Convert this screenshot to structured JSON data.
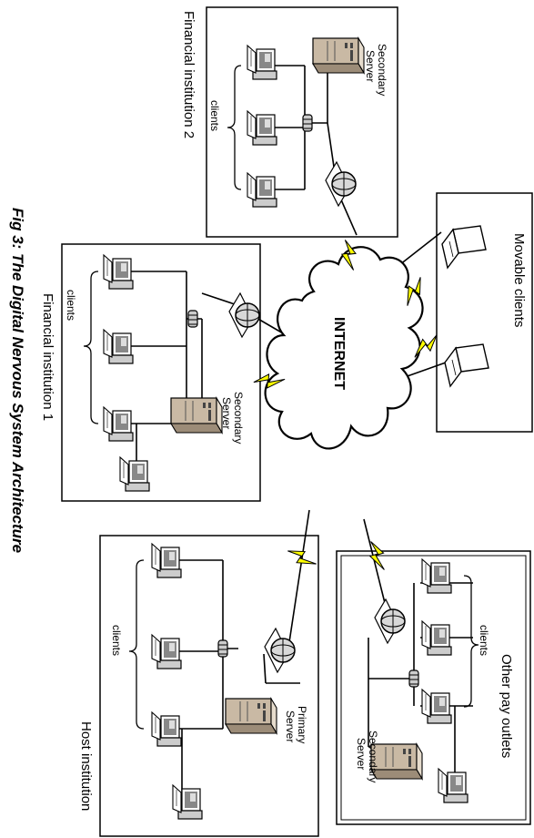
{
  "caption": "Fig 3: The Digital Nervous System Architecture",
  "internet_label": "INTERNET",
  "clients_label": "clients",
  "groups": {
    "fi2": {
      "title": "Financial institution 2",
      "server": [
        "Secondary",
        "Server"
      ]
    },
    "movable": {
      "title": "Movable clients"
    },
    "fi1": {
      "title": "Financial institution 1",
      "server": [
        "Secondary",
        "Server"
      ]
    },
    "host": {
      "title": "Host institution",
      "server": [
        "Primary",
        "Server"
      ]
    },
    "other": {
      "title": "Other pay outlets",
      "server": [
        "Secondary",
        "Server"
      ]
    }
  },
  "icons": {
    "cloud": "cloud-icon",
    "server": "server-tower-icon",
    "client": "desktop-computer-icon",
    "laptop": "laptop-icon",
    "router": "router-globe-icon",
    "hub": "hub-icon",
    "link": "lightning-bolt-icon"
  },
  "colors": {
    "lightning": "#ffff00",
    "line": "#000000",
    "background": "#ffffff"
  }
}
